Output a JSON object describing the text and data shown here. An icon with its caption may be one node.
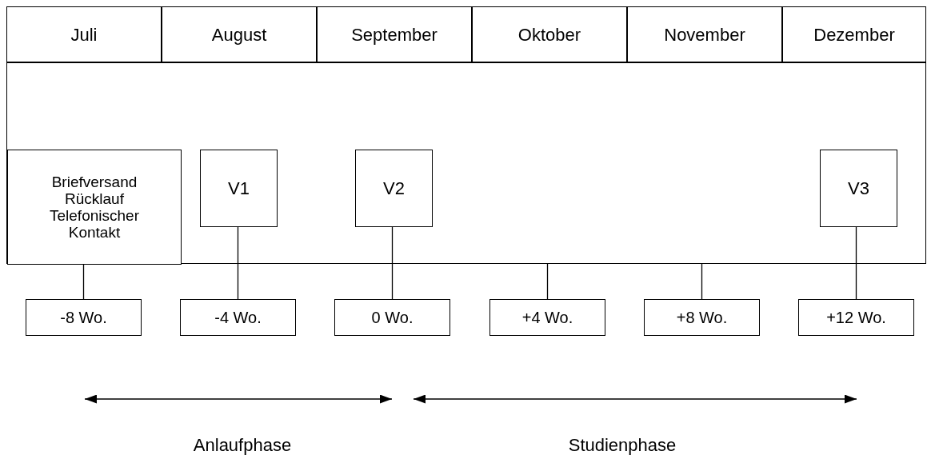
{
  "diagram": {
    "nodes": [
      {
        "text": [
          "Juli"
        ]
      },
      {
        "text": [
          "August"
        ]
      },
      {
        "text": [
          "September"
        ]
      },
      {
        "text": [
          "Oktober"
        ]
      },
      {
        "text": [
          "November"
        ]
      },
      {
        "text": [
          "Dezember"
        ]
      },
      {
        "text": [],
        "shape": "box"
      },
      {
        "text": [
          "Briefversand Rücklauf Telefonischer Kontakt"
        ],
        "in": 6
      },
      {
        "text": [
          "V1"
        ],
        "in": 6
      },
      {
        "text": [
          "V2"
        ],
        "in": 6
      },
      {
        "text": [
          "V3"
        ],
        "in": 6
      },
      {
        "text": [
          "-8 Wo."
        ]
      },
      {
        "text": [
          "-4 Wo."
        ]
      },
      {
        "text": [
          "0 Wo."
        ]
      },
      {
        "text": [
          "+4 Wo."
        ]
      },
      {
        "text": [
          "+8 Wo."
        ]
      },
      {
        "text": [
          "+12 Wo."
        ]
      }
    ],
    "edges": [
      {
        "from": 7,
        "to": 11,
        "arrow": "none"
      },
      {
        "from": 8,
        "to": 12,
        "arrow": "none"
      },
      {
        "from": 9,
        "to": 13,
        "arrow": "none"
      },
      {
        "from": 6,
        "to": 14,
        "arrow": "none"
      },
      {
        "from": 6,
        "to": 15,
        "arrow": "none"
      },
      {
        "from": 10,
        "to": 16,
        "arrow": "none"
      }
    ],
    "labels": [
      "Anlaufphase",
      "Studienphase"
    ]
  }
}
